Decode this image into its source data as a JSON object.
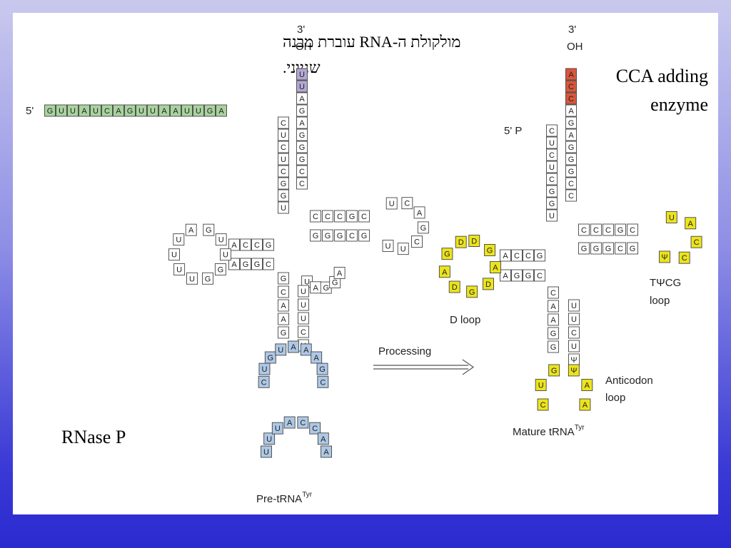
{
  "hebrew_caption": {
    "line1": "מולקולת ה-RNA עוברת מבנה",
    "line2": "שניוני."
  },
  "cca_label": {
    "line1": "CCA adding",
    "line2": "enzyme"
  },
  "rnase_label": "RNase P",
  "processing_label": "Processing",
  "pre": {
    "three_prime": "3'",
    "oh": "OH",
    "five_prime": "5'",
    "leader": [
      "G",
      "U",
      "U",
      "A",
      "U",
      "C",
      "A",
      "G",
      "U",
      "U",
      "A",
      "A",
      "U",
      "U",
      "G",
      "A"
    ],
    "three_trailer": [
      "U",
      "U"
    ],
    "acceptor_5": [
      "C",
      "U",
      "C",
      "U",
      "C",
      "G",
      "G",
      "U"
    ],
    "acceptor_3": [
      "A",
      "G",
      "A",
      "G",
      "G",
      "G",
      "C",
      "C"
    ],
    "d_stem_top": [
      "A",
      "C",
      "C",
      "G"
    ],
    "d_stem_bottom": [
      "A",
      "G",
      "G",
      "C"
    ],
    "d_loop": [
      "G",
      "U",
      "U",
      "G",
      "G",
      "U",
      "U",
      "U",
      "U",
      "A"
    ],
    "t_stem_top": [
      "C",
      "C",
      "C",
      "G",
      "C"
    ],
    "t_stem_bottom": [
      "G",
      "G",
      "G",
      "C",
      "G"
    ],
    "t_loop": [
      "U",
      "C",
      "A",
      "G",
      "C",
      "U",
      "U"
    ],
    "anticodon_stem_5": [
      "G",
      "C",
      "A",
      "A",
      "G"
    ],
    "anticodon_stem_3": [
      "U",
      "U",
      "U",
      "C",
      "U"
    ],
    "variable": [
      "U",
      "A",
      "G",
      "G",
      "A"
    ],
    "intron": [
      "C",
      "U",
      "G",
      "U",
      "A",
      "A",
      "A",
      "G",
      "C"
    ],
    "loop_blue": [
      "U",
      "U",
      "U",
      "A",
      "C",
      "C",
      "A",
      "A"
    ],
    "name": "Pre-tRNA",
    "name_sup": "Tyr"
  },
  "mature": {
    "three_prime": "3'",
    "oh": "OH",
    "five_prime": "5' P",
    "cca": [
      "A",
      "C",
      "C"
    ],
    "acceptor_5": [
      "C",
      "U",
      "C",
      "U",
      "C",
      "G",
      "G",
      "U"
    ],
    "acceptor_3": [
      "A",
      "G",
      "A",
      "G",
      "G",
      "G",
      "C",
      "C"
    ],
    "d_loop": [
      "D",
      "G",
      "A",
      "D",
      "G",
      "D",
      "A",
      "G",
      "D"
    ],
    "t_loop": [
      "U",
      "A",
      "C",
      "C",
      "Ψ"
    ],
    "anticodon_loop": [
      "C",
      "U",
      "G",
      "Ψ",
      "A",
      "A"
    ],
    "d_loop_label": "D loop",
    "t_loop_label_1": "TΨCG",
    "t_loop_label_2": "loop",
    "anticodon_label_1": "Anticodon",
    "anticodon_label_2": "loop",
    "name": "Mature tRNA",
    "name_sup": "Tyr"
  },
  "colors": {
    "leader_green": "#a9d39e",
    "trailer_purple": "#b3a8d3",
    "cca_red": "#d9563b",
    "modified_yellow": "#ece41c",
    "intron_blue": "#aec8e6",
    "panel": "#ffffff"
  }
}
